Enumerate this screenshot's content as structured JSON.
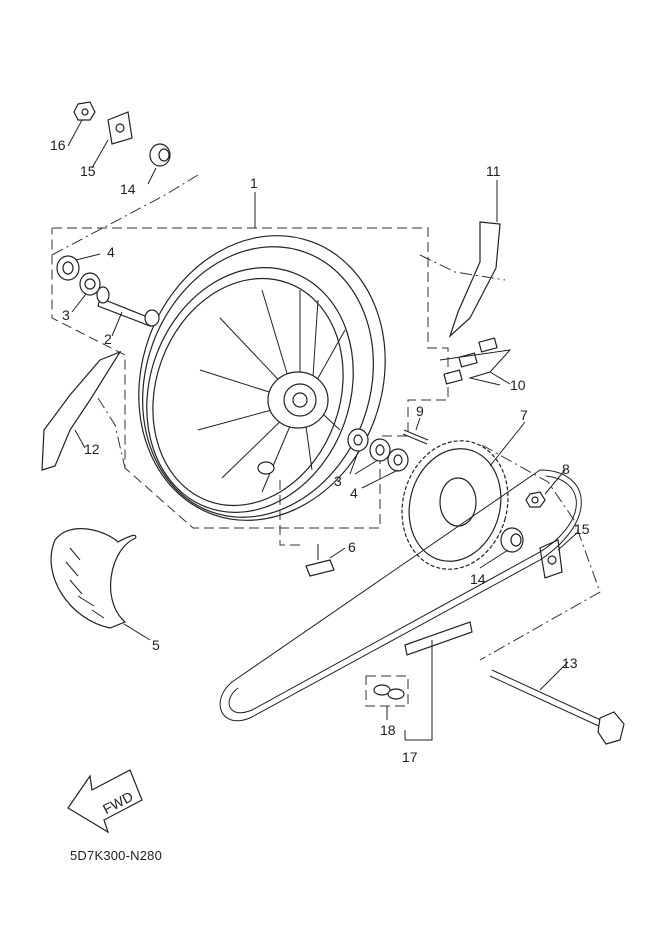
{
  "diagram": {
    "callouts": {
      "c1": "1",
      "c2": "2",
      "c3a": "3",
      "c3b": "3",
      "c4a": "4",
      "c4b": "4",
      "c5": "5",
      "c6": "6",
      "c7": "7",
      "c8": "8",
      "c9": "9",
      "c10": "10",
      "c11": "11",
      "c12": "12",
      "c13": "13",
      "c14a": "14",
      "c14b": "14",
      "c15a": "15",
      "c15b": "15",
      "c16": "16",
      "c17": "17",
      "c18": "18"
    },
    "fwd_label": "FWD",
    "diagram_code": "5D7K300-N280"
  }
}
